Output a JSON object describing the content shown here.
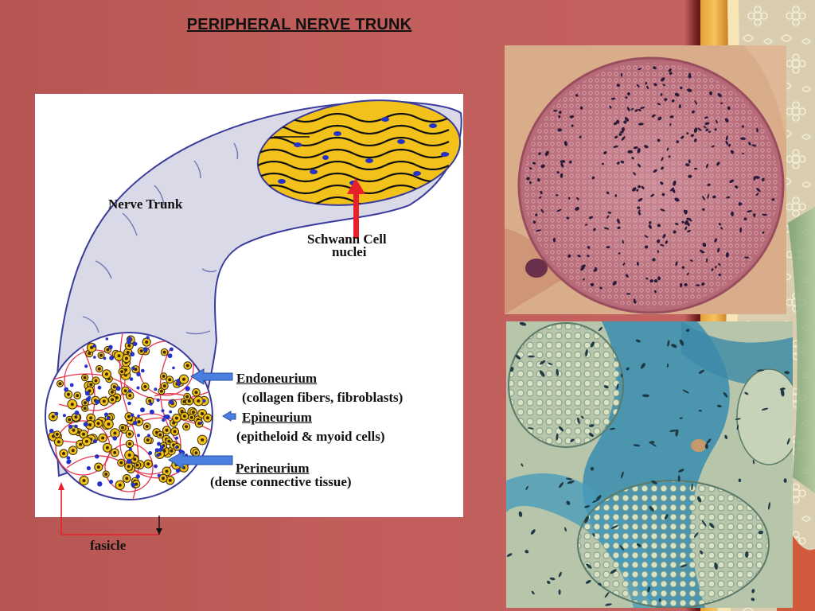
{
  "slide": {
    "title": "PERIPHERAL NERVE TRUNK",
    "colors": {
      "background": "#c15e5b",
      "nerve_outer": "#d9d9e8",
      "nerve_outline": "#3a3c9c",
      "fascicle_yellow": "#f3c21a",
      "nucleus_blue": "#2432c8",
      "connective_pink": "#e8334b",
      "arrow_red": "#e8202a",
      "arrow_blue": "#4a7fe0",
      "he_stain": "#c27a86",
      "blue_stain": "#3f8fae"
    }
  },
  "diagram": {
    "labels": {
      "nerve_trunk": "Nerve Trunk",
      "schwann_line1": "Schwann Cell",
      "schwann_line2": "nuclei",
      "endoneurium": "Endoneurium",
      "endoneurium_desc": "(collagen fibers, fibroblasts)",
      "epineurium": "Epineurium",
      "epineurium_desc": "(epitheloid & myoid cells)",
      "perineurium": "Perineurium",
      "perineurium_desc": "(dense connective tissue)",
      "fasicle": "fasicle"
    }
  },
  "images": {
    "photo_top": "H&E stained nerve fascicle micrograph",
    "photo_bottom": "blue stained nerve fascicles micrograph"
  }
}
